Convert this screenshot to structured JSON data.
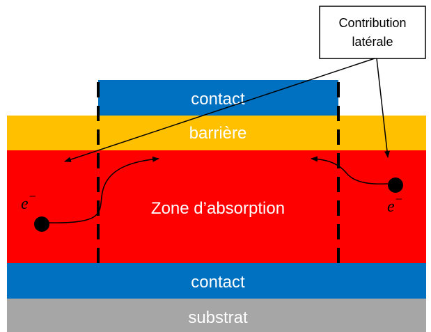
{
  "layers": {
    "top_contact": {
      "label": "contact",
      "color": "#0070C0"
    },
    "barrier": {
      "label": "barrière",
      "color": "#FFC000"
    },
    "absorption": {
      "label": "Zone d’absorption",
      "color": "#FF0000"
    },
    "bottom_contact": {
      "label": "contact",
      "color": "#0070C0"
    },
    "substrate": {
      "label": "substrat",
      "color": "#A6A6A6"
    }
  },
  "callout": {
    "line1": "Contribution",
    "line2": "latérale"
  },
  "electrons": {
    "left": {
      "symbol": "e",
      "charge": "−"
    },
    "right": {
      "symbol": "e",
      "charge": "−"
    }
  }
}
